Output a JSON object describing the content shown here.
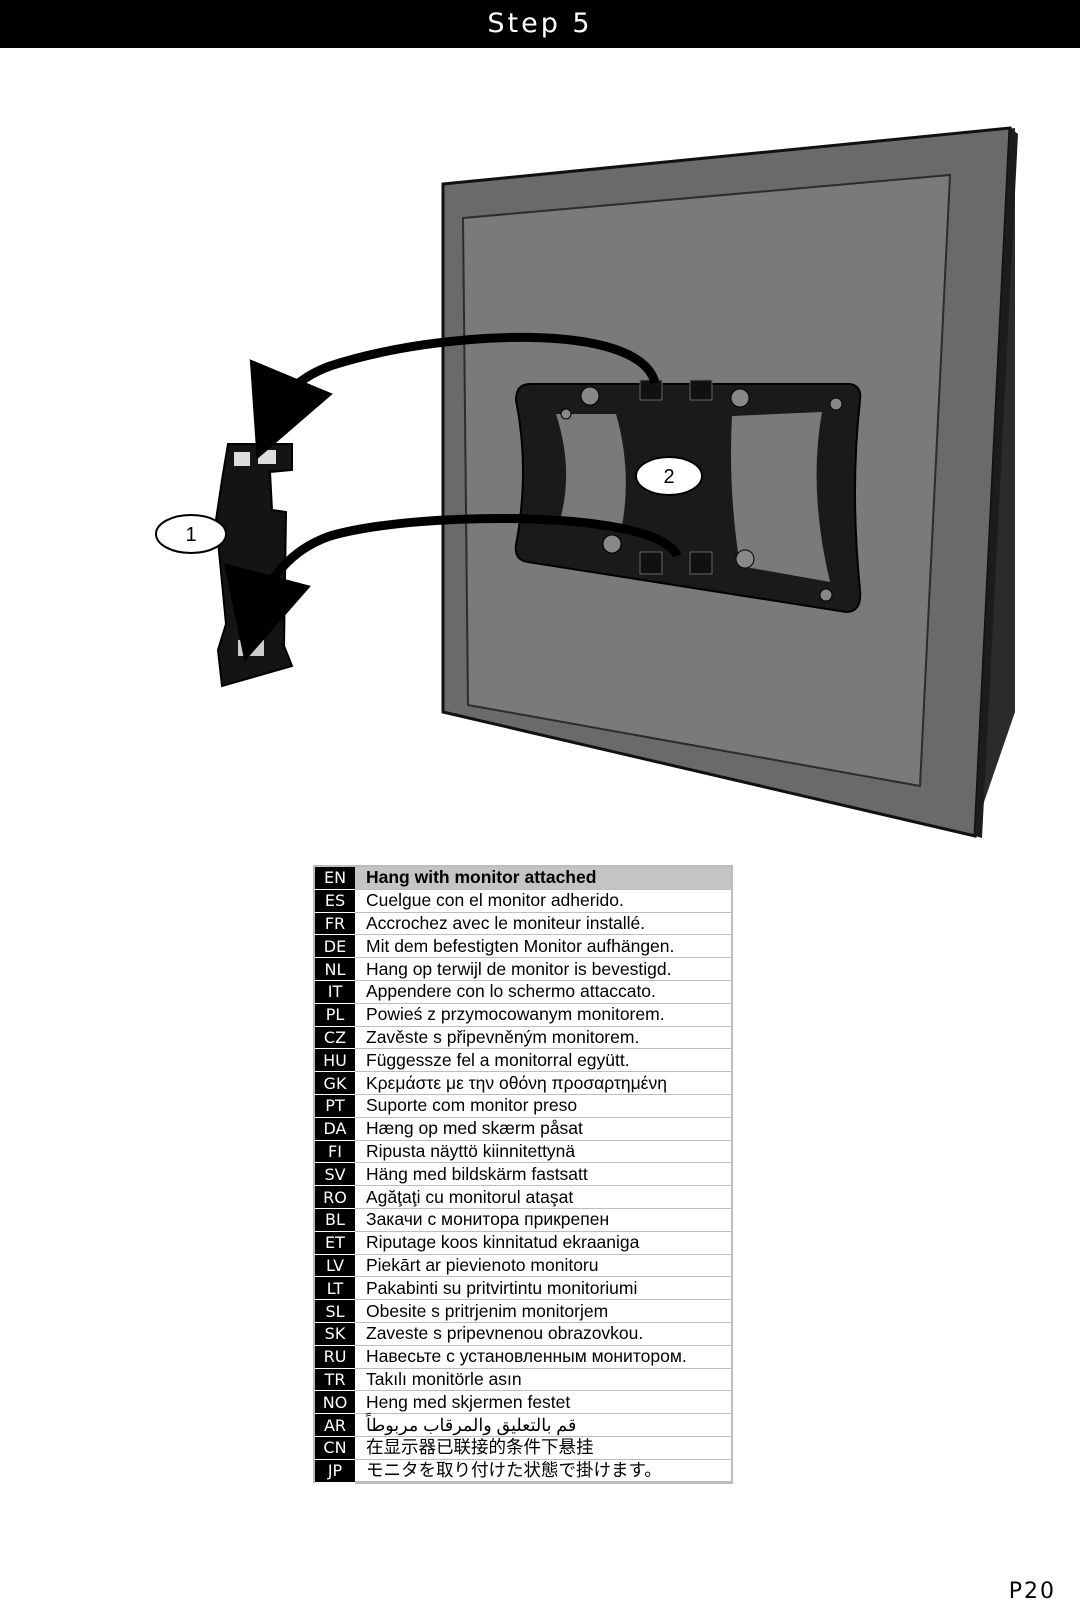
{
  "header": {
    "title": "Step 5"
  },
  "callouts": {
    "one": "1",
    "two": "2"
  },
  "instructions": [
    {
      "code": "EN",
      "text": "Hang with monitor attached"
    },
    {
      "code": "ES",
      "text": "Cuelgue con el monitor adherido."
    },
    {
      "code": "FR",
      "text": "Accrochez avec le moniteur installé."
    },
    {
      "code": "DE",
      "text": "Mit dem befestigten Monitor aufhängen."
    },
    {
      "code": "NL",
      "text": "Hang op terwijl de monitor is bevestigd."
    },
    {
      "code": "IT",
      "text": "Appendere con lo schermo attaccato."
    },
    {
      "code": "PL",
      "text": "Powieś z przymocowanym monitorem."
    },
    {
      "code": "CZ",
      "text": "Zavěste s připevněným monitorem."
    },
    {
      "code": "HU",
      "text": "Függessze fel a monitorral együtt."
    },
    {
      "code": "GK",
      "text": "Κρεμάστε με την οθόνη προσαρτημένη"
    },
    {
      "code": "PT",
      "text": "Suporte com monitor preso"
    },
    {
      "code": "DA",
      "text": "Hæng op med skærm påsat"
    },
    {
      "code": "FI",
      "text": "Ripusta näyttö kiinnitettynä"
    },
    {
      "code": "SV",
      "text": "Häng med bildskärm fastsatt"
    },
    {
      "code": "RO",
      "text": "Agăţaţi cu monitorul ataşat"
    },
    {
      "code": "BL",
      "text": "Закачи с монитора прикрепен"
    },
    {
      "code": "ET",
      "text": "Riputage koos kinnitatud ekraaniga"
    },
    {
      "code": "LV",
      "text": "Piekārt ar pievienoto monitoru"
    },
    {
      "code": "LT",
      "text": "Pakabinti su pritvirtintu monitoriumi"
    },
    {
      "code": "SL",
      "text": "Obesite s pritrjenim monitorjem"
    },
    {
      "code": "SK",
      "text": "Zaveste s pripevnenou obrazovkou."
    },
    {
      "code": "RU",
      "text": "Навесьте с установленным монитором."
    },
    {
      "code": "TR",
      "text": "Takılı monitörle asın"
    },
    {
      "code": "NO",
      "text": "Heng med skjermen festet"
    },
    {
      "code": "AR",
      "text": "قم بالتعليق والمرقاب مربوطاً"
    },
    {
      "code": "CN",
      "text": "在显示器已联接的条件下悬挂"
    },
    {
      "code": "JP",
      "text": "モニタを取り付けた状態で掛けます。"
    }
  ],
  "footer": {
    "page": "P20"
  }
}
